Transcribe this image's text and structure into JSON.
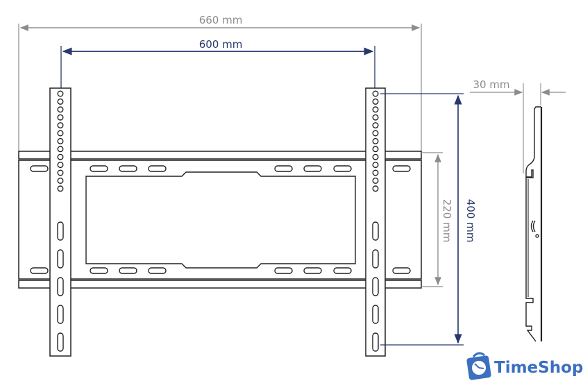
{
  "dimensions": {
    "overall_width": "660 mm",
    "vesa_horizontal": "600 mm",
    "vesa_vertical": "400 mm",
    "plate_height": "220 mm",
    "depth": "30 mm"
  },
  "colors": {
    "gray_dimension": "#8c8c8c",
    "navy_dimension": "#27386b",
    "logo_blue": "#3c6fc0"
  },
  "logo": {
    "text": "TimeShop",
    "icon": "clock-bag-icon"
  }
}
